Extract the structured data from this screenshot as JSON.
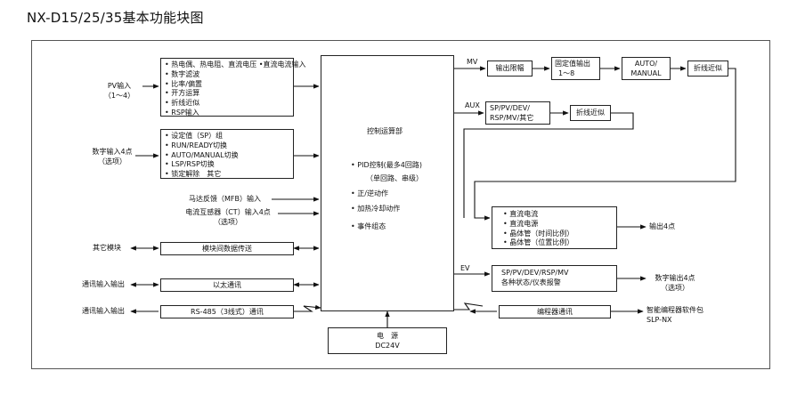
{
  "title": "NX-D15/25/35基本功能块图",
  "inputs": {
    "pv_input": [
      "PV输入",
      "（1～4）"
    ],
    "pv_functions": [
      "• 热电偶、热电阻、直流电压 •直流电流输入",
      "• 数字滤波",
      "• 比率/偏置",
      "• 开方运算",
      "• 折线近似",
      "• RSP输入"
    ],
    "digital_input": [
      "数字输入4点",
      "（选项）"
    ],
    "digital_functions": [
      "• 设定值（SP）组",
      "• RUN/READY切换",
      "• AUTO/MANUAL切换",
      "• LSP/RSP切换",
      "• 锁定解除　其它"
    ],
    "motor_feedback": "马达反馈（MFB）输入",
    "ct_input": [
      "电流互感器（CT）输入4点",
      "（选项）"
    ]
  },
  "comm": {
    "other_module": "其它模块",
    "module_transfer": "模块间数据传送",
    "comm_io_1": "通讯输入输出",
    "ethernet": "以太通讯",
    "comm_io_2": "通讯输入输出",
    "rs485": "RS-485（3线式）通讯",
    "loader": "编程器通讯",
    "software_pkg": [
      "智能编程器软件包",
      "SLP-NX"
    ]
  },
  "control": {
    "title": "控制运算部",
    "items": [
      "• PID控制(最多4回路)",
      "（单回路、串级）",
      "• 正/逆动作",
      "• 加热冷却动作",
      "• 事件组态"
    ]
  },
  "power": [
    "电　源",
    "DC24V"
  ],
  "outputs": {
    "mv_label": "MV",
    "output_limit": "输出限幅",
    "fixed_output": [
      "固定值输出",
      "1～8"
    ],
    "auto_manual": [
      "AUTO/",
      "MANUAL"
    ],
    "line_approx_1": "折线近似",
    "aux_label": "AUX",
    "aux_select": [
      "SP/PV/DEV/",
      "RSP/MV/其它"
    ],
    "line_approx_2": "折线近似",
    "output_types": [
      "• 直流电流",
      "• 直流电源",
      "• 晶体管（时间比例）",
      "• 晶体管（位置比例）"
    ],
    "output_4": "输出4点",
    "ev_label": "EV",
    "ev_box": [
      "SP/PV/DEV/RSP/MV",
      "各种状态/仪表报警"
    ],
    "digital_output": [
      "数字输出4点",
      "（选项）"
    ]
  }
}
